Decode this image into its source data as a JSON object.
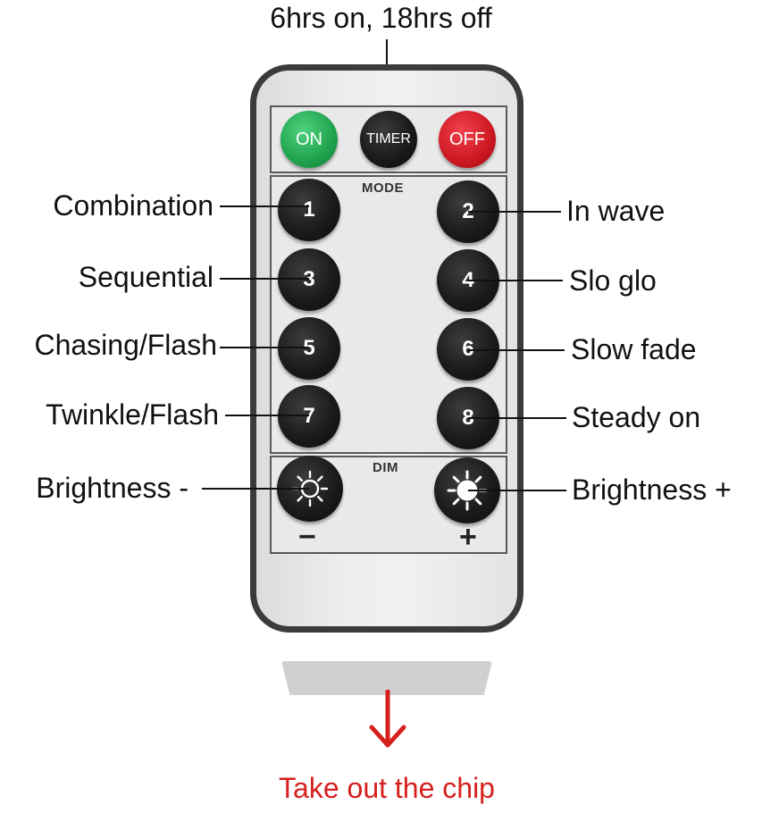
{
  "top_callout": "6hrs on, 18hrs off",
  "buttons": {
    "on": "ON",
    "timer": "TIMER",
    "off": "OFF"
  },
  "mode_section_label": "MODE",
  "dim_section_label": "DIM",
  "modes": [
    {
      "number": "1",
      "label": "Combination"
    },
    {
      "number": "2",
      "label": "In wave"
    },
    {
      "number": "3",
      "label": "Sequential"
    },
    {
      "number": "4",
      "label": "Slo glo"
    },
    {
      "number": "5",
      "label": "Chasing/Flash"
    },
    {
      "number": "6",
      "label": "Slow fade"
    },
    {
      "number": "7",
      "label": "Twinkle/Flash"
    },
    {
      "number": "8",
      "label": "Steady on"
    }
  ],
  "dim": {
    "minus_label": "Brightness -",
    "plus_label": "Brightness +",
    "minus_sign": "−",
    "plus_sign": "+"
  },
  "chip_callout": "Take out the chip",
  "colors": {
    "on_button": "#20a24d",
    "off_button": "#cd1822",
    "callout_red": "#d5201d",
    "remote_border": "#3a3b3d"
  },
  "icons": {
    "dim_minus": "sun-outline-icon",
    "dim_plus": "sun-filled-icon",
    "chip_arrow": "arrow-down-icon"
  }
}
